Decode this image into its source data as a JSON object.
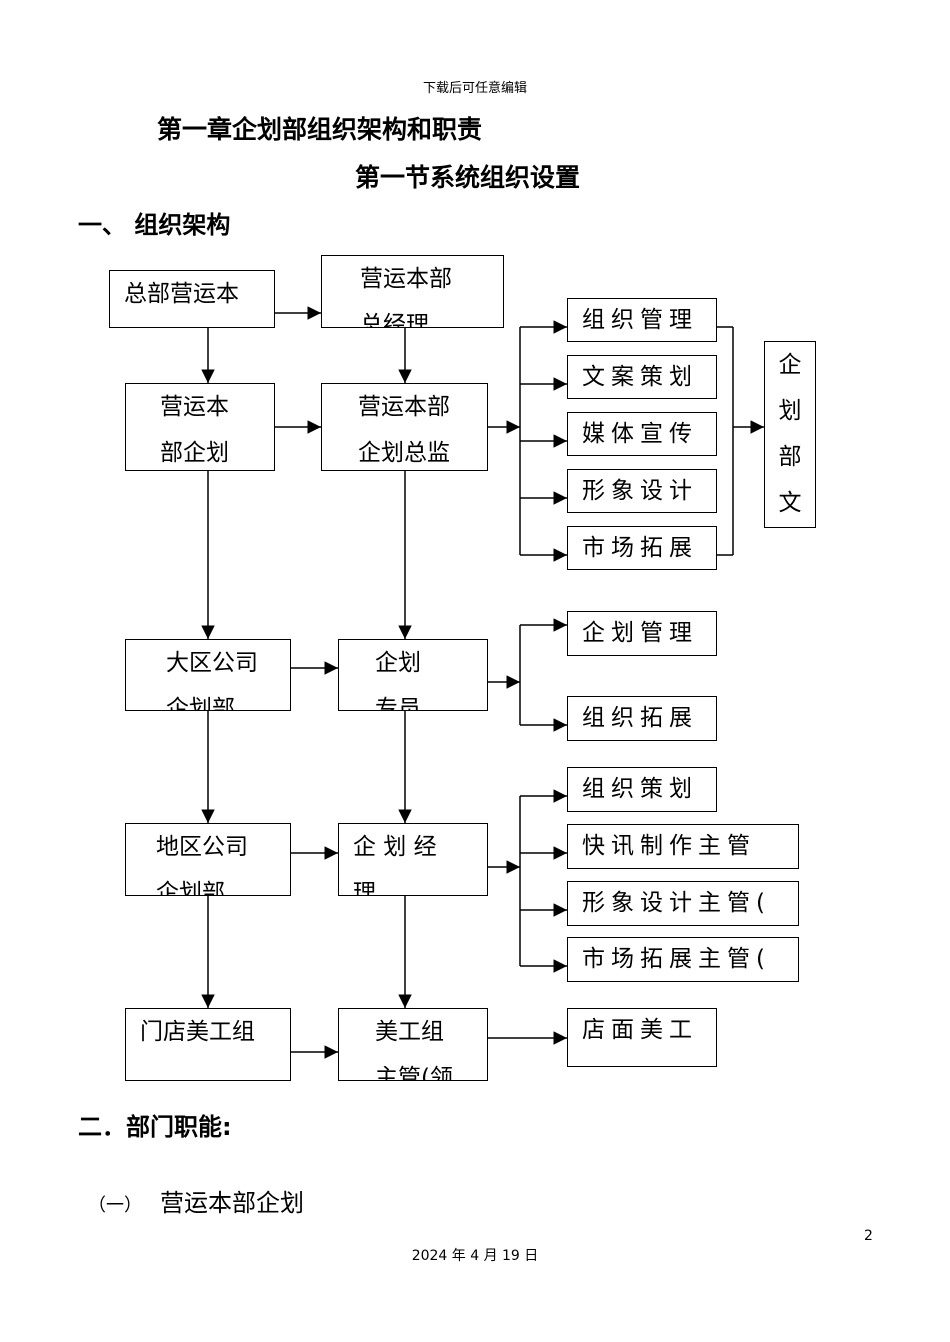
{
  "header_note": "下载后可任意编辑",
  "chapter_title": "第一章企划部组织架构和职责",
  "section_title": "第一节系统组织设置",
  "heading_one": "一、  组织架构",
  "heading_two": "二．部门职能:",
  "sub_heading": {
    "paren": "（一）",
    "text": "营运本部企划"
  },
  "page_number": "2",
  "footer_date": "2024 年 4 月 19 日",
  "org_chart": {
    "hq_ops": [
      "总部营运本"
    ],
    "ops_gm": [
      "营运本部",
      "总经理"
    ],
    "ops_planning": [
      "营运本",
      "部企划"
    ],
    "ops_director": [
      "营运本部",
      "企划总监"
    ],
    "level1_roles": [
      "组织管理",
      "文案策划",
      "媒体宣传",
      "形象设计",
      "市场拓展"
    ],
    "planning_dept": [
      "企",
      "划",
      "部",
      "文"
    ],
    "region_planning": [
      "大区公司",
      "企划部"
    ],
    "planning_specialist": [
      "企划",
      "专员"
    ],
    "level2_roles": [
      "企划管理",
      "组织拓展"
    ],
    "area_planning": [
      "地区公司",
      "企划部"
    ],
    "planning_manager": [
      "企 划 经",
      "理"
    ],
    "level3_roles": [
      "组织策划",
      "快讯制作主管",
      "形象设计主管(",
      "市场拓展主管("
    ],
    "store_art_group": [
      "门店美工组"
    ],
    "art_supervisor": [
      "美工组",
      "主管(领"
    ],
    "store_artist": [
      "店面美工"
    ]
  }
}
